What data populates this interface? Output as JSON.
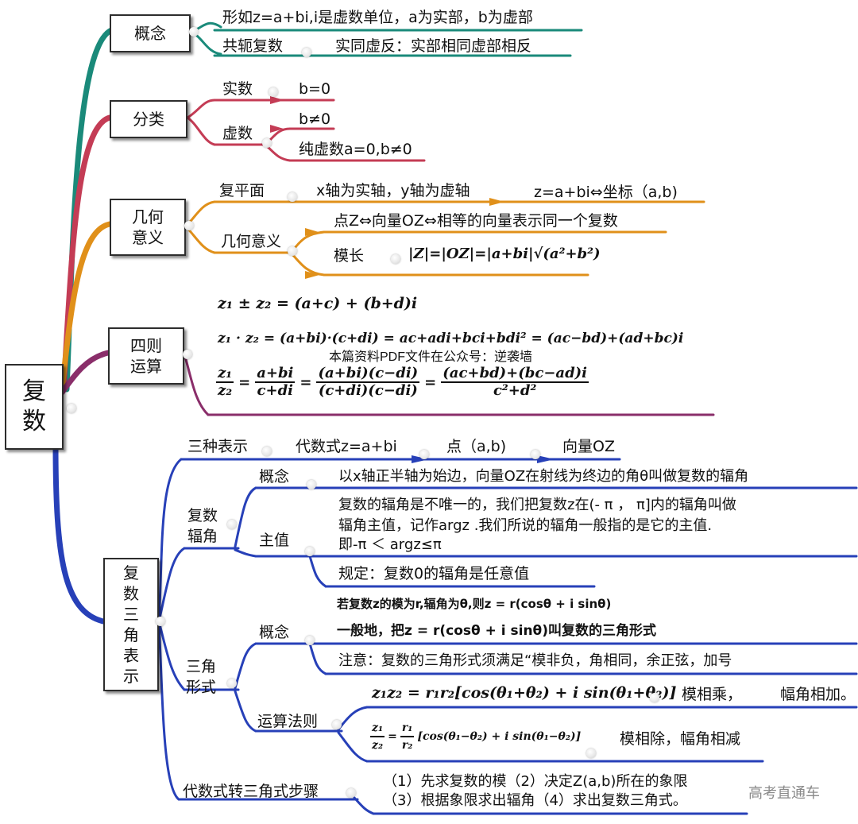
{
  "root": {
    "label": "复\n数"
  },
  "concept": {
    "label": "概念",
    "definition": "形如z=a+bi,i是虚数单位，a为实部，b为虚部",
    "conjugate_label": "共轭复数",
    "conjugate_rule": "实同虚反：实部相同虚部相反"
  },
  "classification": {
    "label": "分类",
    "real_label": "实数",
    "real_condition": "b=0",
    "imag_label": "虚数",
    "imag_condition": "b≠0",
    "pure_imag": "纯虚数a=0,b≠0"
  },
  "geometry": {
    "label": "几何\n意义",
    "plane_label": "复平面",
    "plane_axes": "x轴为实轴，y轴为虚轴",
    "plane_coord": "z=a+bi⇔坐标（a,b)",
    "meaning_label": "几何意义",
    "meaning_vector": "点Z⇔向量OZ⇔相等的向量表示同一个复数",
    "modulus_label": "模长",
    "modulus_formula": "|Z|=|OZ|=|a+bi|√(a²+b²)"
  },
  "operations": {
    "label": "四则\n运算",
    "add": "z₁ ± z₂ = (a+c) + (b+d)i",
    "mul": "z₁ · z₂ = (a+bi)·(c+di) = ac+adi+bci+bdi² = (ac−bd)+(ad+bc)i",
    "watermark": "本篇资料PDF文件在公众号：逆袭墙",
    "div_lhs_num": "z₁",
    "div_lhs_den": "z₂",
    "div_f1_num": "a+bi",
    "div_f1_den": "c+di",
    "div_f2_num": "(a+bi)(c−di)",
    "div_f2_den": "(c+di)(c−di)",
    "div_f3_num": "(ac+bd)+(bc−ad)i",
    "div_f3_den": "c²+d²"
  },
  "trig": {
    "label": "复\n数\n三\n角\n表\n示",
    "three_forms_label": "三种表示",
    "form_algebraic": "代数式z=a+bi",
    "form_point": "点（a,b)",
    "form_vector": "向量OZ",
    "argument_label": "复数\n辐角",
    "arg_concept_label": "概念",
    "arg_concept_text": "以x轴正半轴为始边，向量OZ在射线为终边的角θ叫做复数的辐角",
    "principal_label": "主值",
    "principal_text1": "复数的辐角是不唯一的，我们把复数z在(- π ， π]内的辐角叫做",
    "principal_text2": "辐角主值，记作argz .我们所说的辐角一般指的是它的主值.",
    "principal_text3": "即-π  ＜ argz≤π",
    "principal_rule": "规定：复数0的辐角是任意值",
    "trig_form_label": "三角\n形式",
    "tf_concept_label": "概念",
    "tf_concept_text1": "若复数z的模为r,辐角为θ,则z = r(cosθ + i sinθ)",
    "tf_concept_text2": "一般地，把z = r(cosθ + i sinθ)叫复数的三角形式",
    "tf_concept_note": "注意：复数的三角形式须满足“模非负，角相同，余正弦，加号",
    "rules_label": "运算法则",
    "mul_formula": "z₁z₂ = r₁r₂[cos(θ₁+θ₂) + i sin(θ₁+θ₂)]",
    "mul_rule": "模相乘，",
    "mul_rule2": "幅角相加。",
    "div_formula_lhs_num": "z₁",
    "div_formula_lhs_den": "z₂",
    "div_formula_r_num": "r₁",
    "div_formula_r_den": "r₂",
    "div_formula_rest": "[cos(θ₁−θ₂) + i sin(θ₁−θ₂)]",
    "div_rule": "模相除，幅角相减",
    "convert_label": "代数式转三角式步骤",
    "convert_step1": "（1）先求复数的模（2）决定Z(a,b)所在的象限",
    "convert_step2": "（3）根据象限求出辐角（4）求出复数三角式。"
  },
  "footer_watermark": "高考直通车",
  "colors": {
    "concept": "#1a8a7a",
    "classification": "#c43c55",
    "geometry": "#e0901a",
    "operations": "#8a2e6a",
    "trig": "#2740b8"
  }
}
